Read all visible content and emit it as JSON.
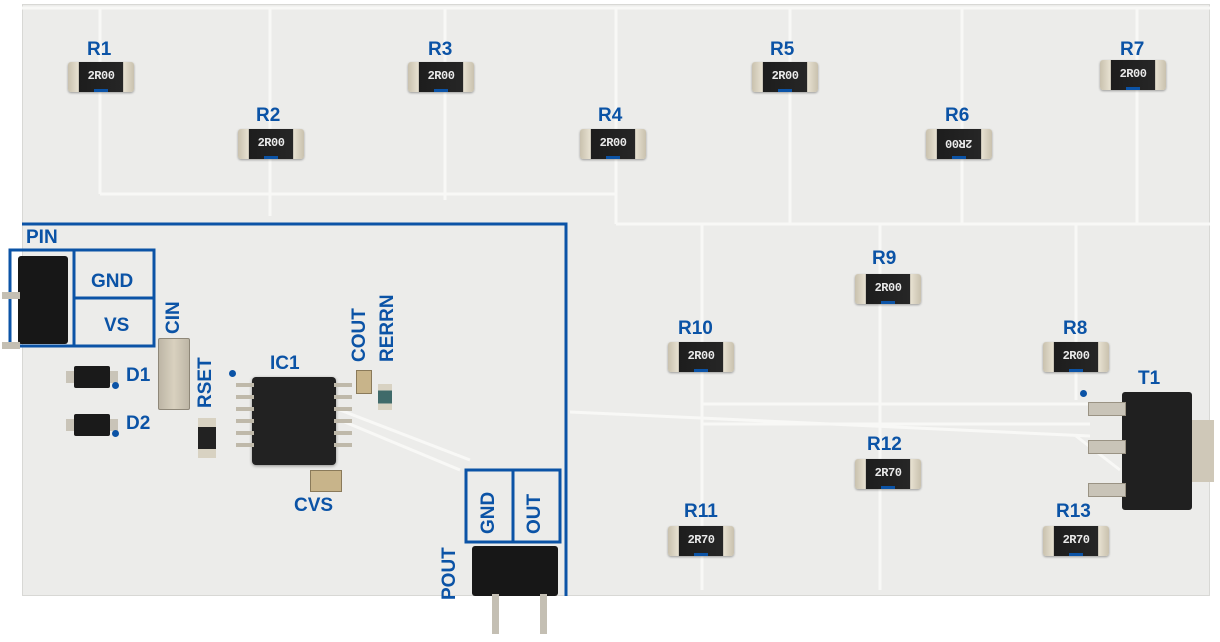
{
  "image_kind": "photograph of a printed circuit board",
  "colors": {
    "board": "#ececea",
    "silkscreen": "#0b53a6",
    "component_body": "#1d1d1d",
    "terminal": "#e8e2d2"
  },
  "resistors": [
    {
      "ref": "R1",
      "code": "2R00"
    },
    {
      "ref": "R2",
      "code": "2R00"
    },
    {
      "ref": "R3",
      "code": "2R00"
    },
    {
      "ref": "R4",
      "code": "2R00"
    },
    {
      "ref": "R5",
      "code": "2R00"
    },
    {
      "ref": "R6",
      "code": "2R00"
    },
    {
      "ref": "R7",
      "code": "2R00"
    },
    {
      "ref": "R8",
      "code": "2R00"
    },
    {
      "ref": "R9",
      "code": "2R00"
    },
    {
      "ref": "R10",
      "code": "2R00"
    },
    {
      "ref": "R11",
      "code": "2R70"
    },
    {
      "ref": "R12",
      "code": "2R70"
    },
    {
      "ref": "R13",
      "code": "2R70"
    }
  ],
  "labels": {
    "pin": "PIN",
    "gnd_left": "GND",
    "vs": "VS",
    "cin": "CIN",
    "rset": "RSET",
    "d1": "D1",
    "d2": "D2",
    "ic1": "IC1",
    "cout": "COUT",
    "rerrn": "RERRN",
    "cvs": "CVS",
    "gnd_out": "GND",
    "out": "OUT",
    "pout": "POUT",
    "t1": "T1"
  }
}
